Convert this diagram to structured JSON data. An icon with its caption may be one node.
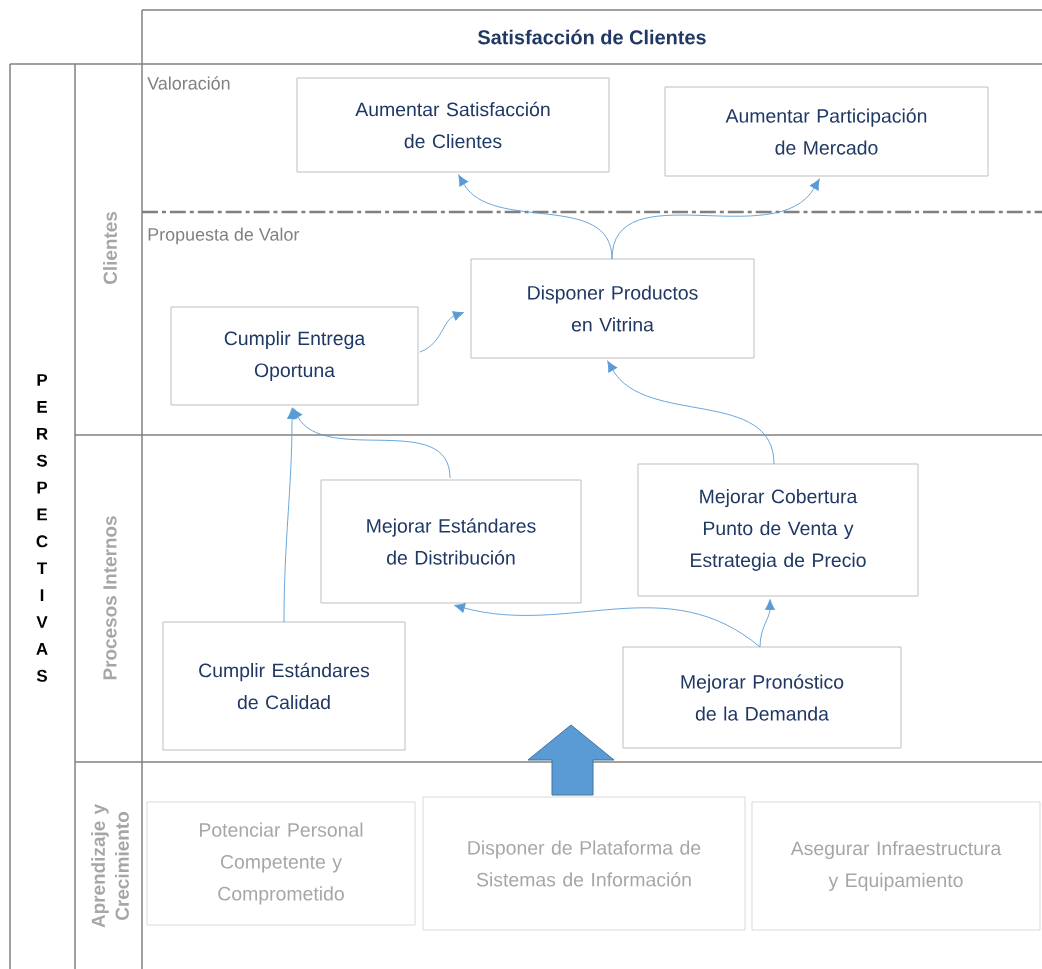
{
  "diagram": {
    "title": "Satisfacción de Clientes",
    "nodes": [
      {
        "text": [
          "Aumentar Satisfacción de Clientes"
        ]
      },
      {
        "text": [
          "Aumentar Participación de Mercado"
        ]
      },
      {
        "text": [
          "Disponer Productos en Vitrina"
        ]
      },
      {
        "text": [
          "Cumplir Entrega Oportuna"
        ]
      },
      {
        "text": [
          "Mejorar Estándares de Distribución"
        ]
      },
      {
        "text": [
          "Mejorar Cobertura Punto de Venta y Estrategia de Precio"
        ]
      },
      {
        "text": [
          "Cumplir Estándares de Calidad"
        ]
      },
      {
        "text": [
          "Mejorar Pronóstico de la Demanda"
        ]
      },
      {
        "text": [
          "Potenciar Personal Competente y Comprometido"
        ]
      },
      {
        "text": [
          "Disponer de Plataforma de Sistemas de Información"
        ]
      },
      {
        "text": [
          "Asegurar Infraestructura y Equipamiento"
        ]
      }
    ],
    "edges": [
      {
        "from": 2,
        "to": 0,
        "arrow": "to"
      },
      {
        "from": 2,
        "to": 1,
        "arrow": "to"
      },
      {
        "from": 3,
        "to": 2,
        "arrow": "to"
      },
      {
        "from": 5,
        "to": 2,
        "arrow": "to"
      },
      {
        "from": 4,
        "to": 3,
        "arrow": "to"
      },
      {
        "from": 6,
        "to": 3,
        "arrow": "to"
      },
      {
        "from": 7,
        "to": 4,
        "arrow": "to"
      },
      {
        "from": 7,
        "to": 5,
        "arrow": "to"
      }
    ],
    "labels": [
      "PERSPECTIVAS",
      "Clientes",
      "Valoración",
      "Propuesta de Valor",
      "Procesos Internos",
      "Aprendizaje y Crecimiento"
    ]
  }
}
